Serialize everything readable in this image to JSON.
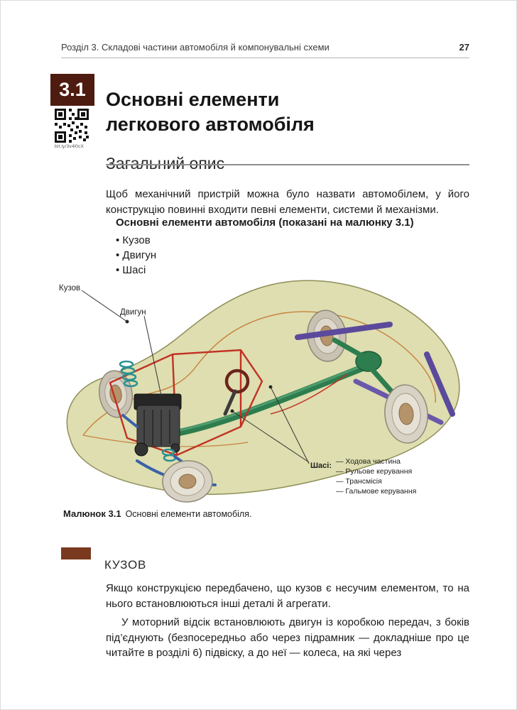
{
  "colors": {
    "accent_dark": "#4e1b10",
    "accent_brown": "#7a3a20",
    "car_body_fill": "#dedeb0",
    "drivetrain_green": "#2e7d4e",
    "suspension_purple": "#5b4a9b",
    "frame_red": "#c23024"
  },
  "page": {
    "running_header": "Розділ 3. Складові частини автомобіля й компонувальні схеми",
    "page_number": "27"
  },
  "section": {
    "number": "3.1",
    "title_line1": "Основні елементи",
    "title_line2": "легкового автомобіля",
    "qr_link": "bit.ly/3v4l0cX"
  },
  "overview": {
    "heading": "Загальний опис",
    "intro": "Щоб механічний пристрій можна було назвати автомобілем, у його конструкцію повинні входити певні елементи, системи й механізми.",
    "list_title": "Основні елементи автомобіля (показані на малюнку 3.1)",
    "items": [
      "Кузов",
      "Двигун",
      "Шасі"
    ]
  },
  "figure": {
    "label_body": "Кузов",
    "label_engine": "Двигун",
    "label_chassis": "Шасі:",
    "chassis_items": [
      "— Ходова частина",
      "— Рульове керування",
      "— Трансмісія",
      "— Гальмове керування"
    ],
    "caption_label": "Малюнок 3.1",
    "caption_text": "Основні елементи автомобіля."
  },
  "kuzov": {
    "heading": "КУЗОВ",
    "paragraph_1": "Якщо конструкцією передбачено, що кузов є несучим елементом, то на нього встановлюються інші деталі й агрегати.",
    "paragraph_2": "У моторний відсік встановлюють двигун із коробкою передач, з боків під’єднують (безпосередньо або через підрамник — докладніше про це читайте в розділі 6) підвіску, а до неї — колеса, на які через"
  }
}
